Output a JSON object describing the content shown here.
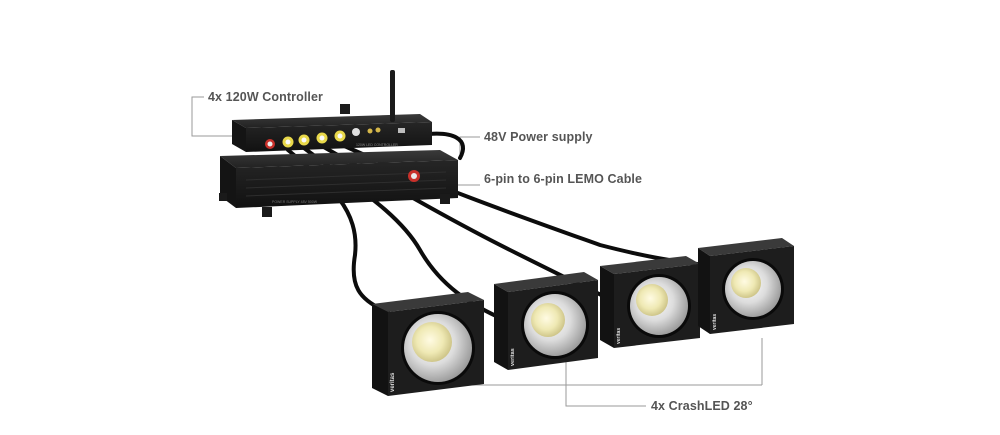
{
  "callouts": {
    "controller": "4x 120W Controller",
    "power_supply": "48V Power supply",
    "cable": "6-pin to 6-pin LEMO Cable",
    "lights": "4x CrashLED 28°"
  },
  "device": {
    "controller_panel_text": "120W LED CONTROLLER",
    "psu_panel_text": "POWER SUPPLY 48V 500W"
  },
  "light_brand": "veritas",
  "colors": {
    "body": "#1b1b1b",
    "leader_line": "#9a9a9a",
    "label_text": "#555555",
    "connector_yellow": "#e8d84a",
    "connector_red": "#c8302a",
    "led_glow": "#f3f0c8"
  }
}
